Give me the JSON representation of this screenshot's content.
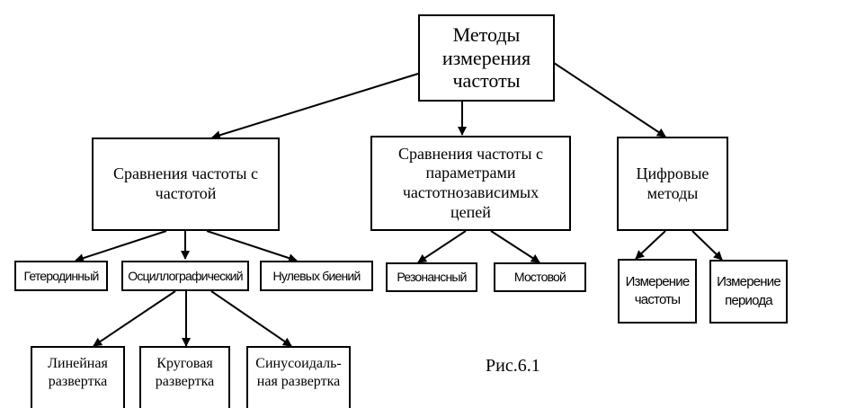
{
  "root": {
    "label": "Методы измерения частоты"
  },
  "groups": [
    {
      "label": "Сравнения частоты с частотой"
    },
    {
      "label": "Сравнения частоты с параметрами частотнозависимых цепей"
    },
    {
      "label": "Цифровые методы"
    }
  ],
  "methods": {
    "heterodyne": "Гетеродинный",
    "oscillographic": "Осциллографический",
    "zero_beat": "Нулевых биений",
    "resonant": "Резонансный",
    "bridge": "Мостовой",
    "freq_measure": "Измерение частоты",
    "period_measure": "Измерение периода"
  },
  "sweeps": {
    "linear": "Линейная развертка",
    "circular": "Круговая развертка",
    "sinusoidal": "Синусоидаль-ная развертка"
  },
  "caption": "Рис.6.1"
}
